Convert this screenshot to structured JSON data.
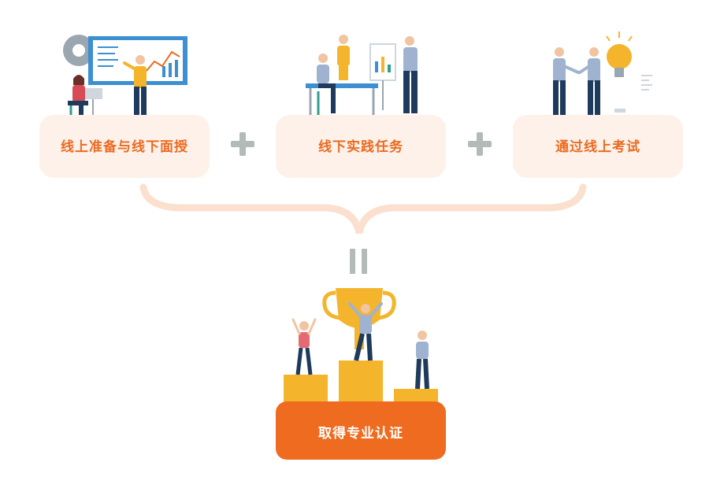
{
  "steps": [
    {
      "label": "线上准备与线下面授"
    },
    {
      "label": "线下实践任务"
    },
    {
      "label": "通过线上考试"
    }
  ],
  "result": {
    "label": "取得专业认证"
  },
  "colors": {
    "accent": "#ec6a21",
    "card_bg": "#fdf1ea",
    "operator": "#b2bbb8",
    "trophy": "#f4b42c",
    "navy": "#1e3a5c"
  }
}
